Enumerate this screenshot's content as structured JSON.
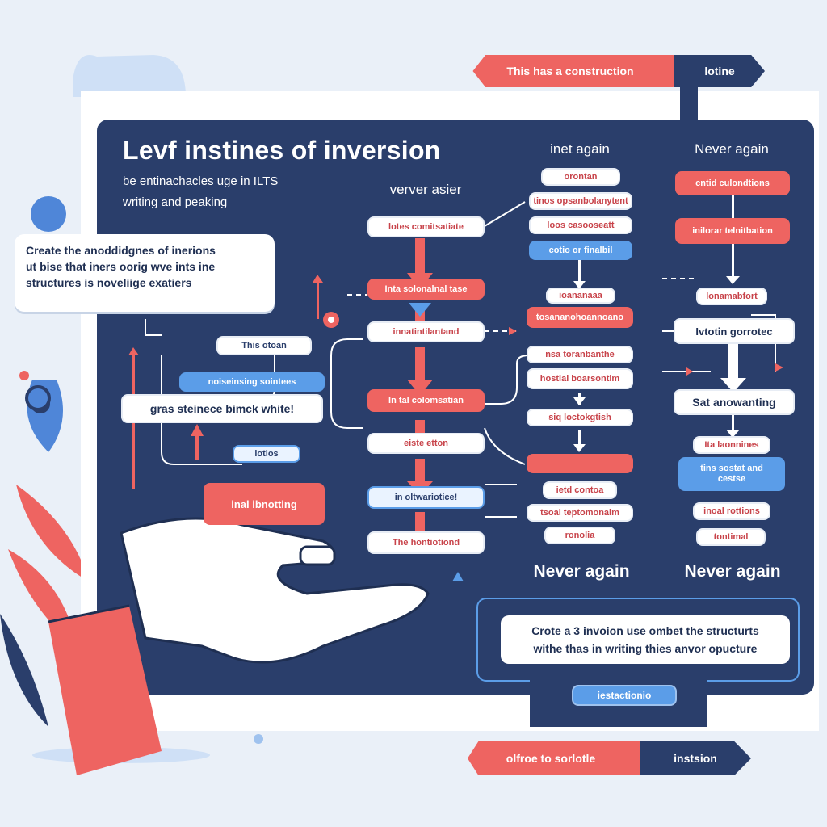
{
  "top_banner": {
    "left_text": "This has a construction",
    "right_text": "lotine"
  },
  "bottom_banner": {
    "left_text": "olfroe to sorlotle",
    "right_text": "instsion"
  },
  "panel": {
    "title": "Levf instines of inversion",
    "subtitle_line1": "be entinachacles uge in ILTS",
    "subtitle_line2": "writing and peaking"
  },
  "columns": {
    "col1_head": "verver asier",
    "col2_head": "inet again",
    "col3_head": "Never again",
    "col2_foot": "Never again",
    "col3_foot": "Never again"
  },
  "note": {
    "line1": "Create the anoddidgnes of inerions",
    "line2": "ut bise that iners oorig wve ints ine",
    "line3": "structures is noveliige exatiers"
  },
  "left_flow": {
    "top_label": "This otoan",
    "blue_label": "noiseinsing sointees",
    "statement": "gras steinece bimck white!",
    "small_label": "lotlos",
    "red_label": "inal ibnotting"
  },
  "col1_items": [
    "lotes comitsatiate",
    "Inta solonalnal tase",
    "innatintilantand",
    "In tal colomsatian",
    "eiste etton",
    "in oltwariotice!",
    "The hontiotiond"
  ],
  "col2_items": [
    "orontan",
    "tinos opsanbolanytent",
    "loos casooseatt",
    "cotio or finalbil",
    "ioananaaa",
    "tosananohoannoano",
    "nsa toranbanthe",
    "hostial boarsontim",
    "siq loctokgtish",
    "",
    "ietd contoa",
    "tsoal teptomonaim",
    "ronolia"
  ],
  "col3_items": [
    "cntid culondtions",
    "inilorar telnitbation",
    "lonamabfort",
    "Ivtotin gorrotec",
    "Sat anowanting",
    "Ita laonnines",
    "tins sostat and cestse",
    "inoal rottions",
    "tontimal"
  ],
  "cta": {
    "line1": "Crote a 3 invoion use ombet the structurts",
    "line2": "withe thas in writing thies anvor opucture",
    "button": "iestactionio"
  },
  "colors": {
    "navy": "#2a3e6b",
    "coral": "#ee6461",
    "blue": "#5b9de8",
    "white": "#ffffff"
  }
}
